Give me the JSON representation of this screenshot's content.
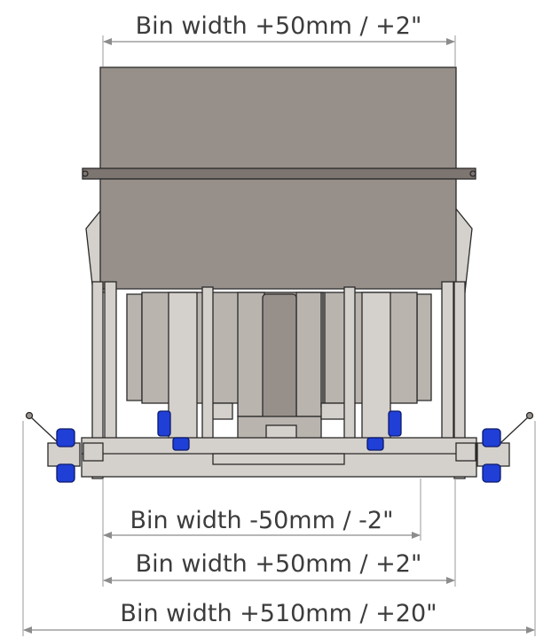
{
  "dimensions": {
    "top": "Bin width +50mm / +2\"",
    "lower_1": "Bin width -50mm / -2\"",
    "lower_2": "Bin width +50mm / +2\"",
    "lower_3": "Bin width +510mm / +20\""
  },
  "colors": {
    "bin": "#97908a",
    "frame": "#d4d0cb",
    "wheels": "#1f3fd6",
    "outline": "#2a2a2a",
    "dimension_lines": "#8c8c8c"
  }
}
